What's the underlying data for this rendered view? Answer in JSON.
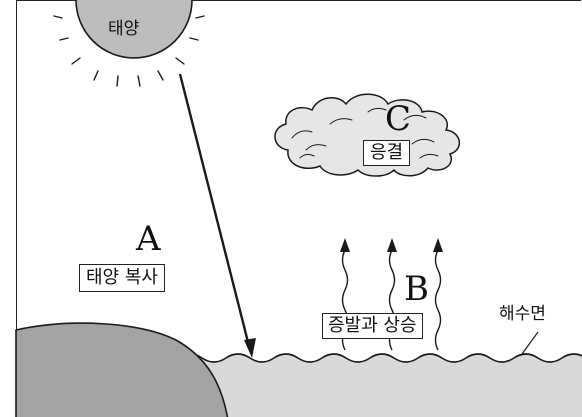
{
  "sun": {
    "label": "태양"
  },
  "labels": {
    "a_letter": "A",
    "a_text": "태양 복사",
    "b_letter": "B",
    "b_text": "증발과 상승",
    "c_letter": "C",
    "c_text": "응결",
    "sea_level": "해수면"
  },
  "colors": {
    "sun_fill": "#bdbdbd",
    "land_fill": "#a3a3a3",
    "water_fill": "#d9d9d9",
    "cloud_fill": "#e6e6e6",
    "line": "#1a1a1a"
  }
}
